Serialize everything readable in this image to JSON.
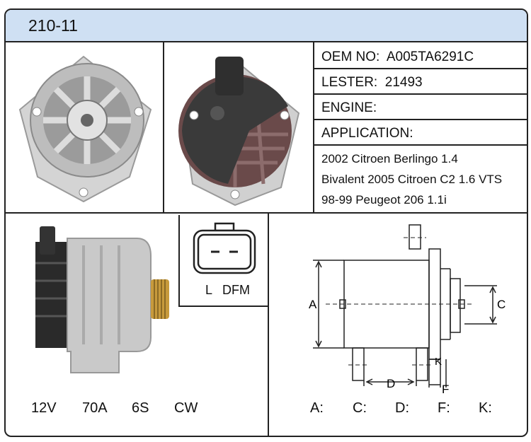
{
  "header": {
    "code": "210-11"
  },
  "specs": {
    "oem_label": "OEM NO:",
    "oem_value": "A005TA6291C",
    "lester_label": "LESTER:",
    "lester_value": "21493",
    "engine_label": "ENGINE:",
    "application_label": "APPLICATION:",
    "application_lines": [
      "2002 Citroen Berlingo 1.4",
      "Bivalent 2005 Citroen C2 1.6 VTS",
      "98-99 Peugeot 206 1.1i"
    ]
  },
  "ratings": {
    "voltage": "12V",
    "amperage": "70A",
    "groove": "6S",
    "rotation": "CW"
  },
  "connector": {
    "label_l": "L",
    "label_dfm": "DFM"
  },
  "dimensions": {
    "diagram_labels": {
      "a": "A",
      "c": "C",
      "d": "D",
      "f": "F",
      "k": "K"
    },
    "fields": [
      "A:",
      "C:",
      "D:",
      "F:",
      "K:"
    ]
  },
  "colors": {
    "header_bg": "#cfe0f3",
    "border": "#222222",
    "housing": "#c9c9c9",
    "rear_cap": "#3a3a3a",
    "fan_red": "#6a4a4a",
    "pulley": "#c79a3c"
  }
}
